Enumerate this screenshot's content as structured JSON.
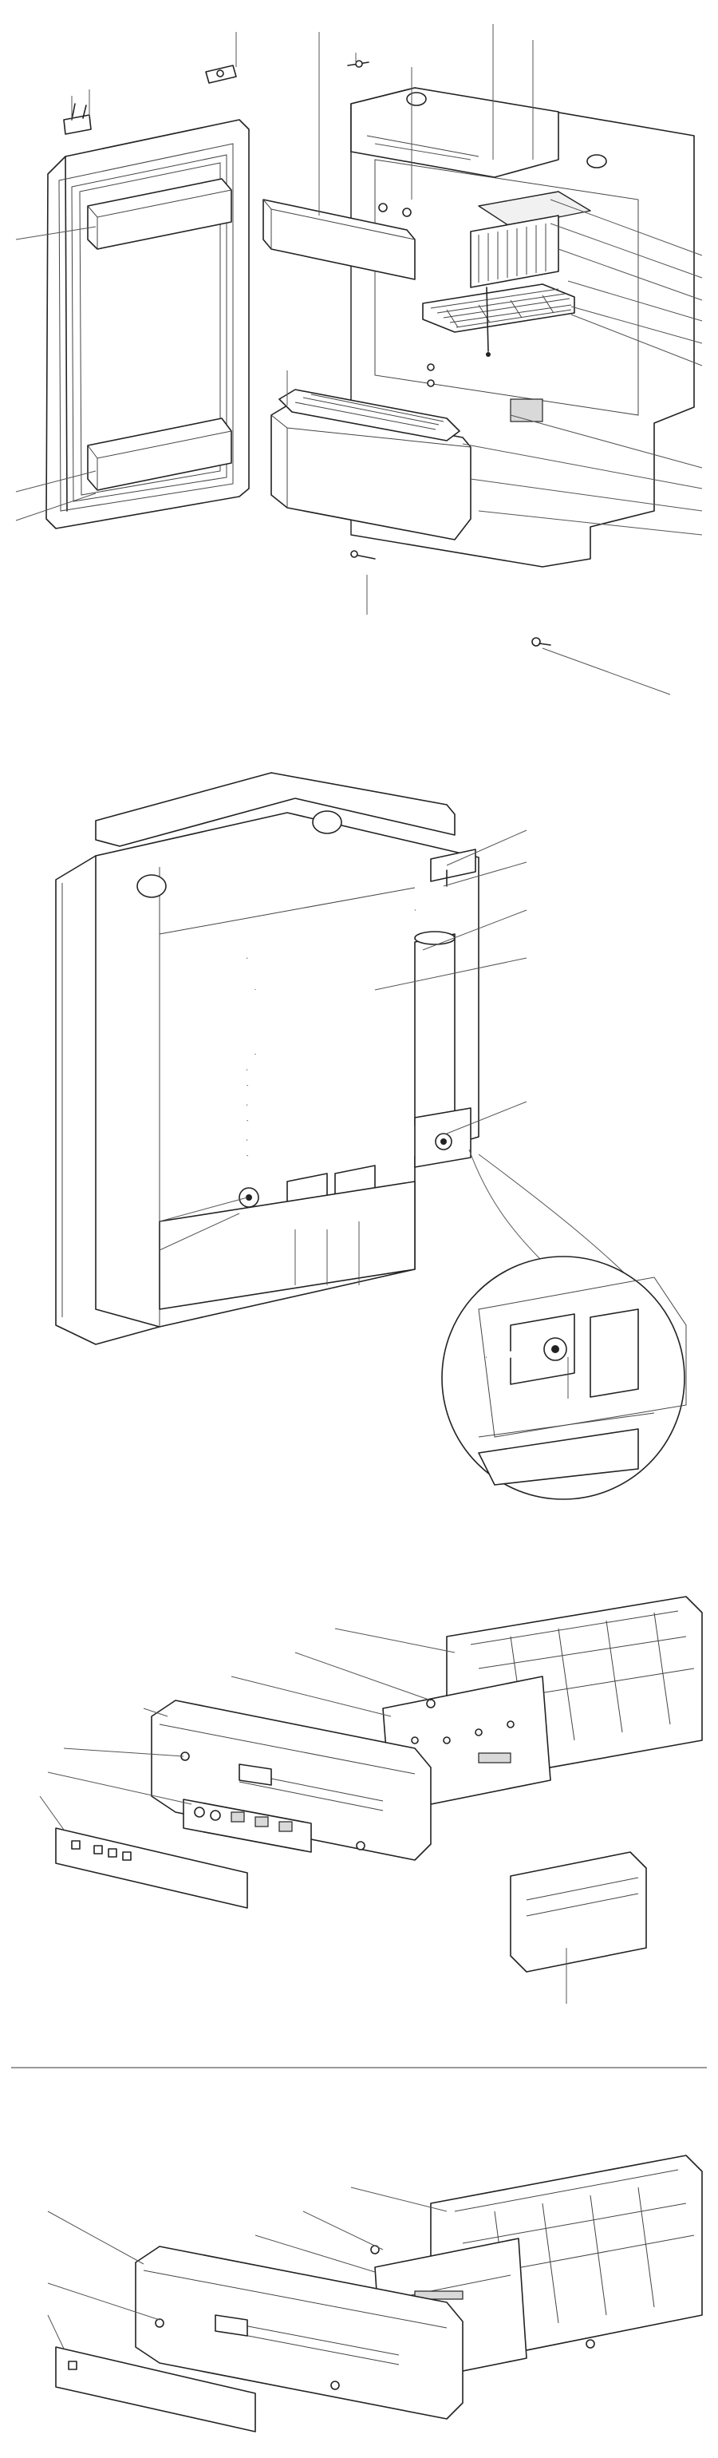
{
  "page": {
    "background": "#ffffff",
    "line_color": "#222222",
    "leader_color": "#555555",
    "separator_color": "#9a9a9a"
  },
  "figures": [
    {
      "name": "fridge-interior-exploded",
      "labels": []
    },
    {
      "name": "fridge-rear-cooling-unit",
      "labels": []
    },
    {
      "name": "control-panel-variant-a",
      "labels": []
    },
    {
      "name": "control-panel-variant-b",
      "labels": []
    }
  ]
}
